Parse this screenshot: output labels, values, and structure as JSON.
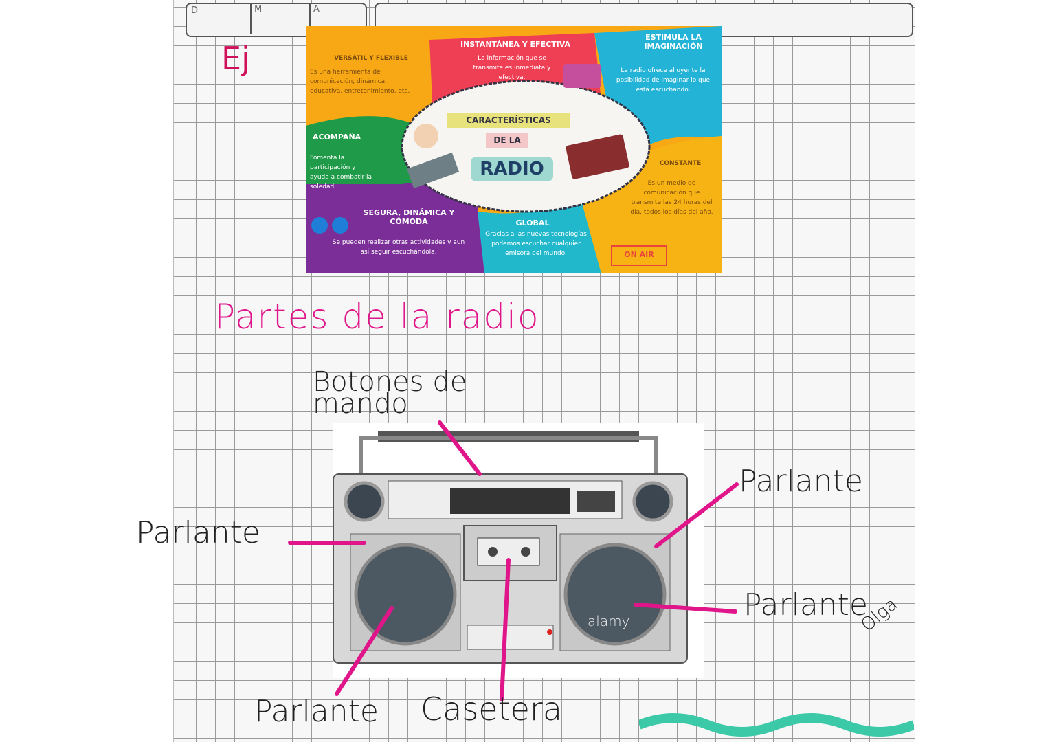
{
  "header": {
    "date_labels": [
      "D",
      "M",
      "A"
    ]
  },
  "exercise_mark": "Ej",
  "infographic": {
    "title_line1": "CARACTERÍSTICAS",
    "title_line2": "DE LA",
    "title_line3": "RADIO",
    "sections": [
      {
        "heading": "VERSÁTIL Y FLEXIBLE",
        "text": "Es una herramienta de comunicación, dinámica, educativa, entretenimiento, etc.",
        "color": "#f7a814"
      },
      {
        "heading": "INSTANTÁNEA Y EFECTIVA",
        "text": "La información que se transmite es inmediata y efectiva.",
        "color": "#ee3f55"
      },
      {
        "heading": "ESTIMULA LA IMAGINACIÓN",
        "text": "La radio ofrece al oyente la posibilidad de imaginar lo que está escuchando.",
        "color": "#22b3d6"
      },
      {
        "heading": "ACOMPAÑA",
        "text": "Fomenta la participación y ayuda a combatir la soledad.",
        "color": "#1e9a48"
      },
      {
        "heading": "CONSTANTE",
        "text": "Es un medio de comunicación que transmite las 24 horas del día, todos los días del año.",
        "color": "#f7b314"
      },
      {
        "heading": "SEGURA, DINÁMICA Y CÓMODA",
        "text": "Se pueden realizar otras actividades y aun así seguir escuchándola.",
        "color": "#7b2e97"
      },
      {
        "heading": "GLOBAL",
        "text": "Gracias a las nuevas tecnologías podemos escuchar cualquier emisora del mundo.",
        "color": "#22b8cc"
      }
    ],
    "on_air": "ON AIR"
  },
  "title": "Partes de la radio",
  "labels": {
    "controls": "Botones de mando",
    "speaker_left": "Parlante",
    "speaker_right_top": "Parlante",
    "speaker_right_bottom": "Parlante",
    "speaker_bottom": "Parlante",
    "cassette": "Casetera"
  },
  "image_watermark": "alamy",
  "signature": "Olga",
  "colors": {
    "ink_pink": "#e0158a",
    "grid": "#9a9a9a"
  }
}
